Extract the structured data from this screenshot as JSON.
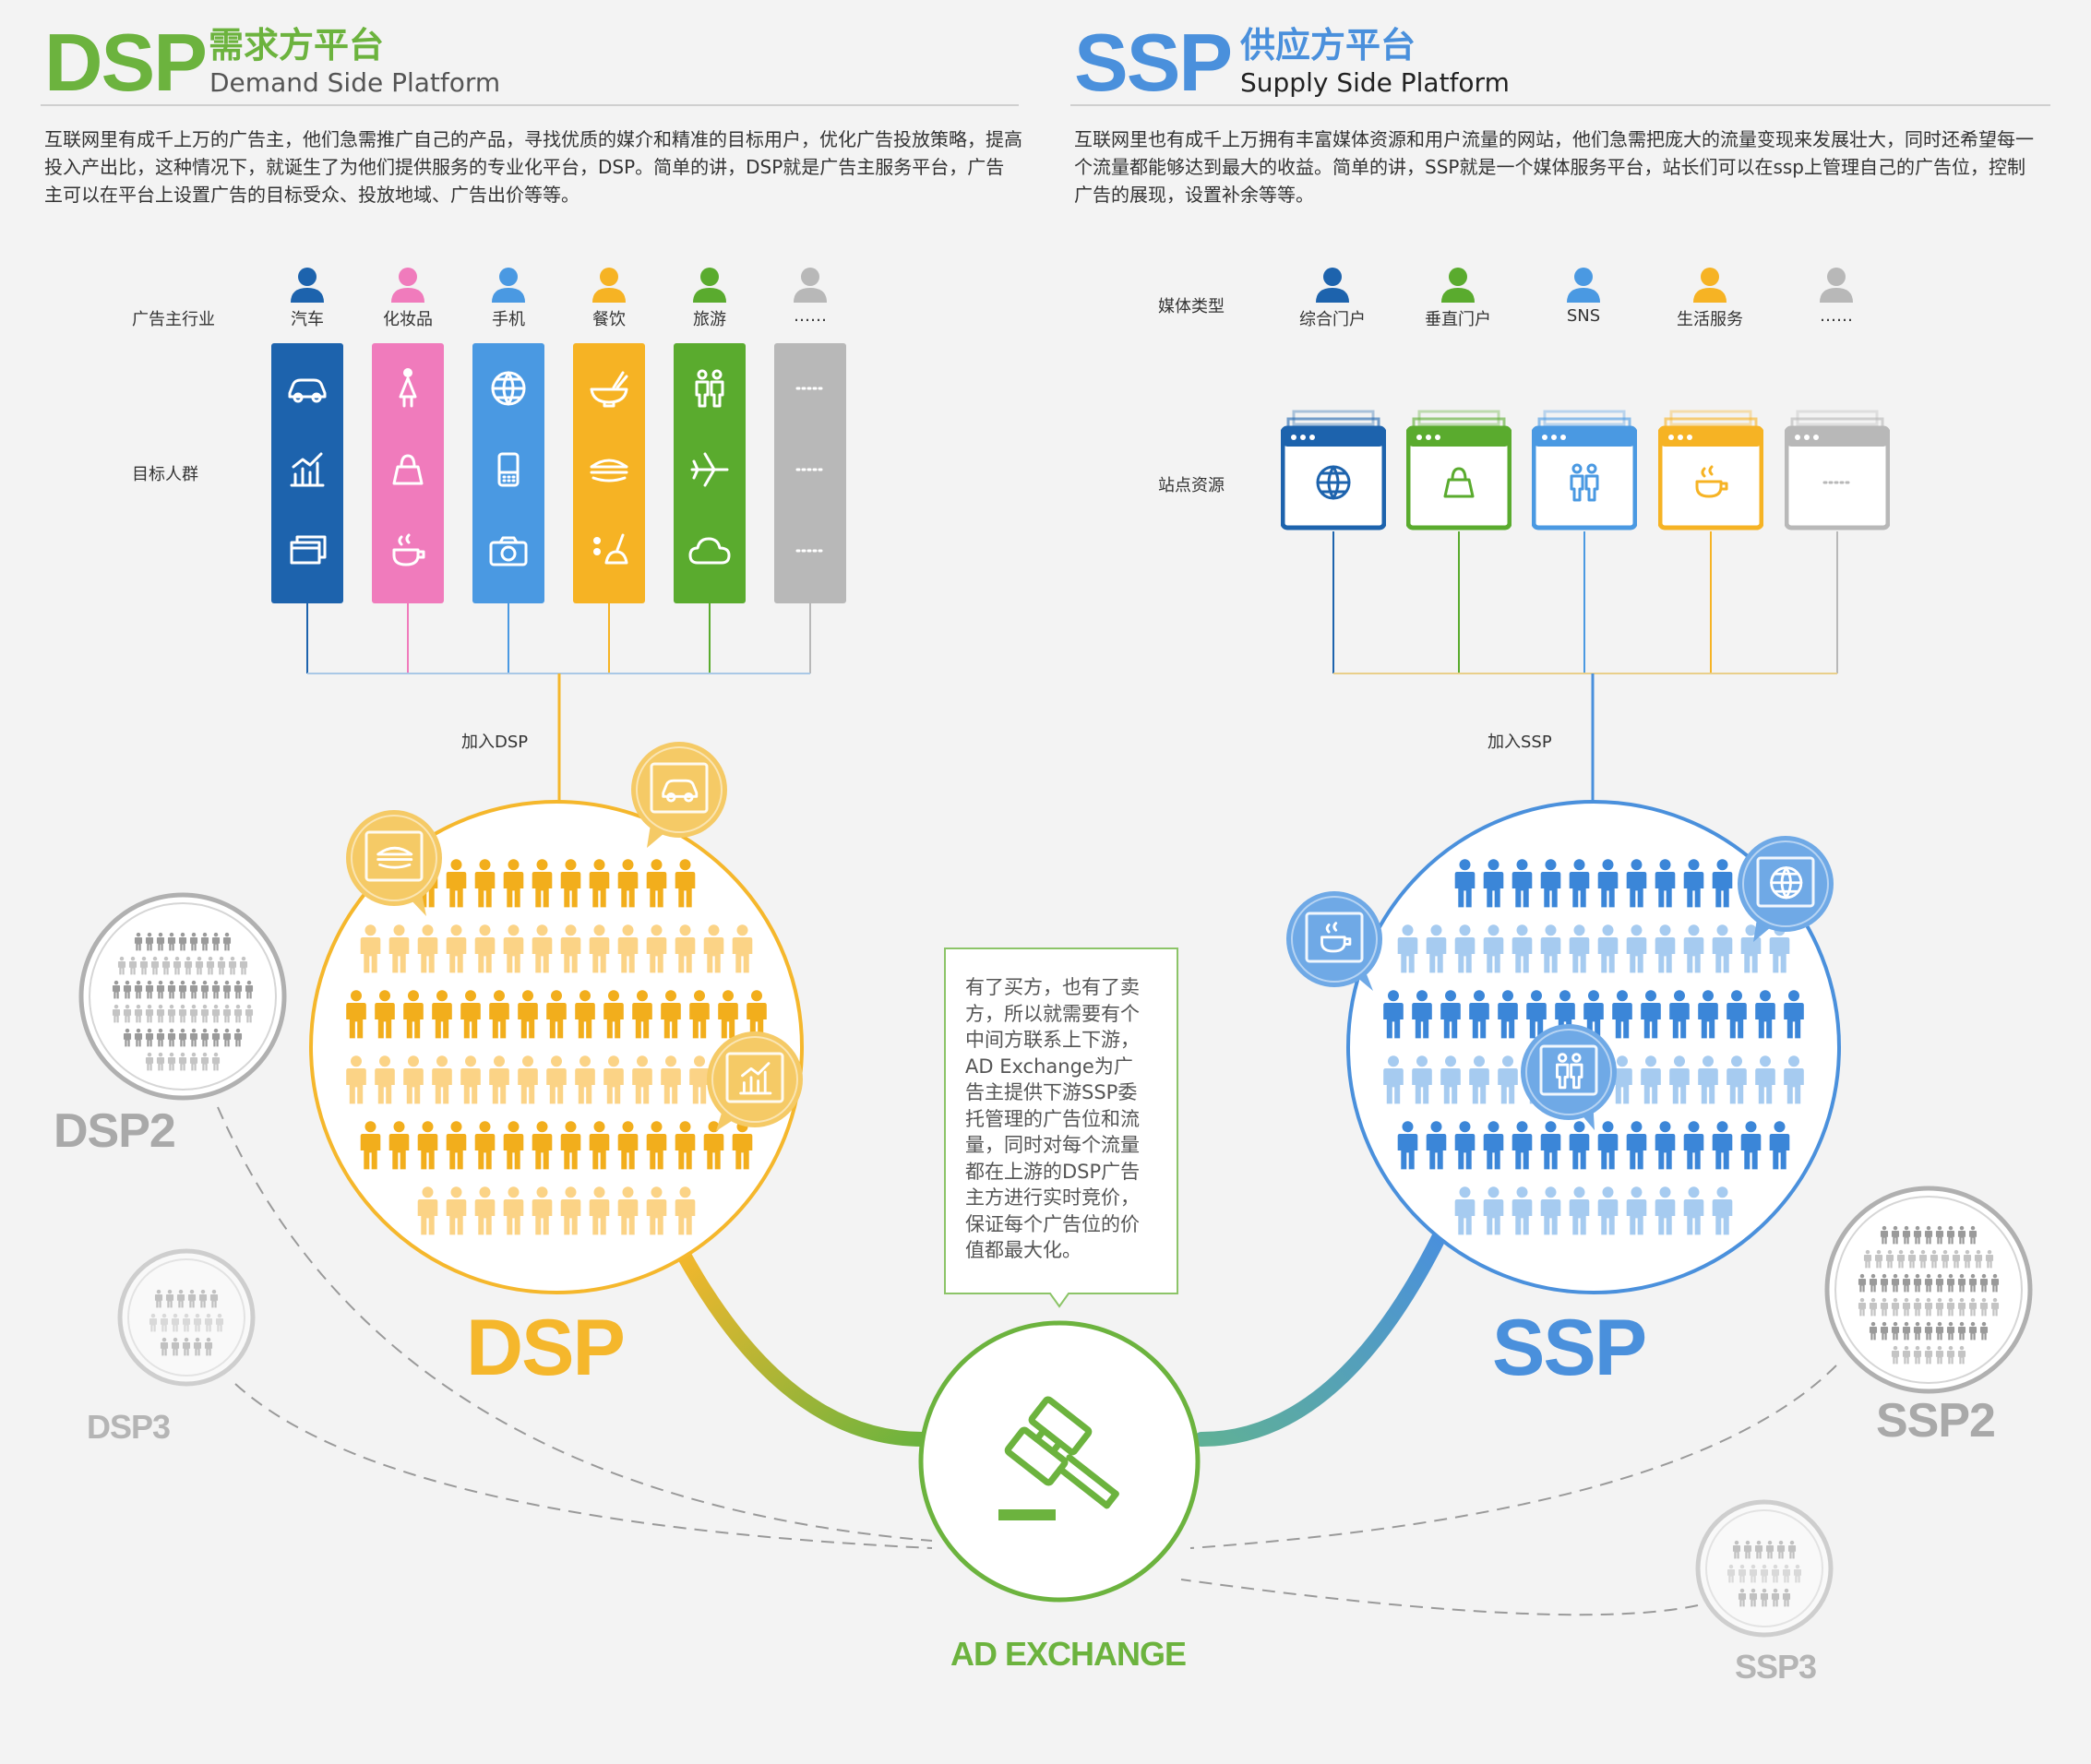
{
  "dsp": {
    "abbr": "DSP",
    "title_cn": "需求方平台",
    "title_en": "Demand Side Platform",
    "description": "互联网里有成千上万的广告主，他们急需推广自己的产品，寻找优质的媒介和精准的目标用户，优化广告投放策略，提高投入产出比，这种情况下，就诞生了为他们提供服务的专业化平台，DSP。简单的讲，DSP就是广告主服务平台，广告主可以在平台上设置广告的目标受众、投放地域、广告出价等等。",
    "row_label_industry": "广告主行业",
    "row_label_audience": "目标人群",
    "industries": [
      {
        "name": "汽车",
        "color": "#1d63ad"
      },
      {
        "name": "化妆品",
        "color": "#f07bbc"
      },
      {
        "name": "手机",
        "color": "#4a99e2"
      },
      {
        "name": "餐饮",
        "color": "#f6b324"
      },
      {
        "name": "旅游",
        "color": "#5aab2e"
      },
      {
        "name": "……",
        "color": "#b8b8b8"
      }
    ],
    "join_label": "加入DSP",
    "circle_label": "DSP",
    "color": "#f5b72c",
    "others": [
      "DSP2",
      "DSP3"
    ]
  },
  "ssp": {
    "abbr": "SSP",
    "title_cn": "供应方平台",
    "title_en": "Supply Side Platform",
    "description": "互联网里也有成千上万拥有丰富媒体资源和用户流量的网站，他们急需把庞大的流量变现来发展壮大，同时还希望每一个流量都能够达到最大的收益。简单的讲，SSP就是一个媒体服务平台，站长们可以在ssp上管理自己的广告位，控制广告的展现，设置补余等等。",
    "row_label_media": "媒体类型",
    "row_label_sites": "站点资源",
    "media": [
      {
        "name": "综合门户",
        "color": "#1d63ad"
      },
      {
        "name": "垂直门户",
        "color": "#5aab2e"
      },
      {
        "name": "SNS",
        "color": "#4a99e2"
      },
      {
        "name": "生活服务",
        "color": "#f6b324"
      },
      {
        "name": "……",
        "color": "#b8b8b8"
      }
    ],
    "join_label": "加入SSP",
    "circle_label": "SSP",
    "color": "#4a90dc",
    "others": [
      "SSP2",
      "SSP3"
    ]
  },
  "exchange": {
    "label": "AD EXCHANGE",
    "color": "#6cb33e",
    "note": [
      "有了买方，也有了卖",
      "方，所以就需要有个",
      "中间方联系上下游，",
      "AD Exchange为广",
      "告主提供下游SSP委",
      "托管理的广告位和流",
      "量，同时对每个流量",
      "都在上游的DSP广告",
      "主方进行实时竞价，",
      "保证每个广告位的价",
      "值都最大化。"
    ]
  },
  "colors": {
    "dsp_title": "#6cb33e",
    "ssp_title": "#4a90dc",
    "grey": "#a8a8a8",
    "dsp_dark_person": "#f2ae1c",
    "dsp_light_person": "#fbd386",
    "ssp_dark_person": "#3b86d8",
    "ssp_light_person": "#a6cbf0"
  },
  "icons": {
    "industry_person": "person-icon",
    "dsp_column_icons": [
      [
        "car-icon",
        "chart-icon",
        "cards-icon"
      ],
      [
        "woman-icon",
        "handbag-icon",
        "coffee-icon"
      ],
      [
        "globe-icon",
        "phone-icon",
        "camera-icon"
      ],
      [
        "noodle-bowl-icon",
        "sandwich-icon",
        "food-icon"
      ],
      [
        "family-icon",
        "airplane-icon",
        "cloud-icon"
      ],
      [
        "ellipsis-icon",
        "ellipsis-icon",
        "ellipsis-icon"
      ]
    ],
    "ssp_site_icons": [
      "globe-icon",
      "handbag-icon",
      "family-icon",
      "coffee-icon",
      "ellipsis-icon"
    ],
    "dsp_bubbles": [
      "sandwich-ad-icon",
      "car-ad-icon",
      "chart-ad-icon"
    ],
    "ssp_bubbles": [
      "coffee-site-icon",
      "globe-site-icon",
      "family-site-icon"
    ],
    "exchange": "gavel-icon"
  }
}
